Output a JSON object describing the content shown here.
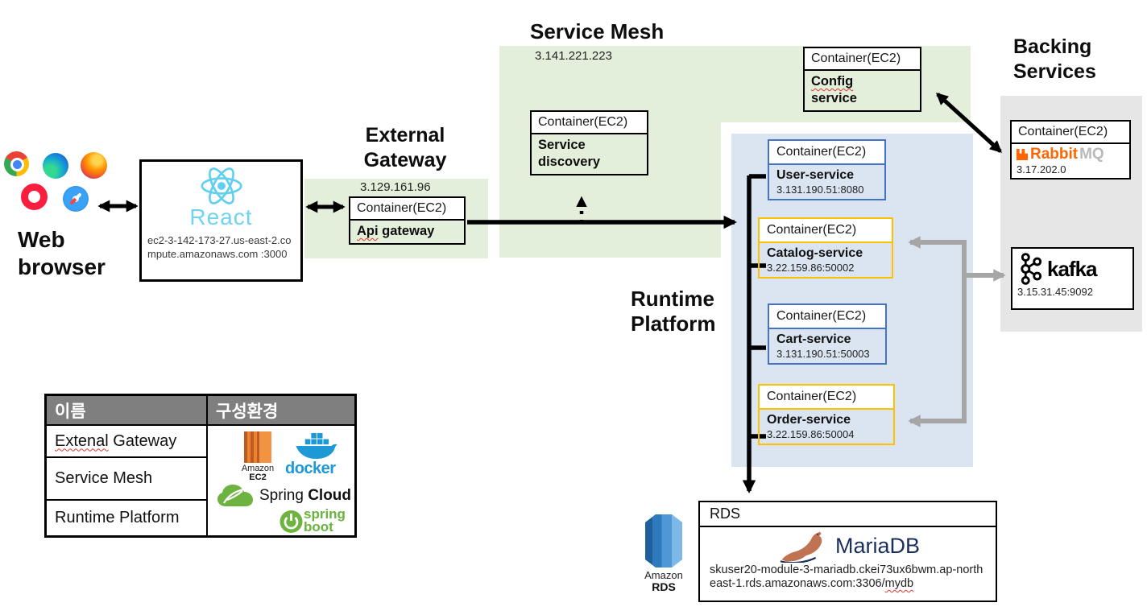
{
  "diagram": {
    "web_browser": {
      "label_line1": "Web",
      "label_line2": "browser"
    },
    "react_app": {
      "brand": "React",
      "address": "ec2-3-142-173-27.us-east-2.compute.amazonaws.com :3000"
    },
    "external_gateway": {
      "title_line1": "External",
      "title_line2": "Gateway",
      "ip": "3.129.161.96",
      "container_header": "Container(EC2)",
      "service_word1": "Api",
      "service_word2": " gateway"
    },
    "service_mesh": {
      "title": "Service Mesh",
      "ip": "3.141.221.223",
      "discovery": {
        "container_header": "Container(EC2)",
        "line1": "Service",
        "line2": "discovery"
      },
      "config": {
        "container_header": "Container(EC2)",
        "line1": "Config",
        "line2": "service"
      }
    },
    "runtime_platform": {
      "title_line1": "Runtime",
      "title_line2": "Platform",
      "services": [
        {
          "container_header": "Container(EC2)",
          "name": "User-service",
          "address": "3.131.190.51:8080",
          "accent": "blue"
        },
        {
          "container_header": "Container(EC2)",
          "name": "Catalog-service",
          "address": "3.22.159.86:50002",
          "accent": "orange"
        },
        {
          "container_header": "Container(EC2)",
          "name": "Cart-service",
          "address": "3.131.190.51:50003",
          "accent": "blue"
        },
        {
          "container_header": "Container(EC2)",
          "name": "Order-service",
          "address": "3.22.159.86:50004",
          "accent": "orange"
        }
      ]
    },
    "backing_services": {
      "title_line1": "Backing",
      "title_line2": "Services",
      "rabbitmq": {
        "container_header": "Container(EC2)",
        "brand_primary": "Rabbit",
        "brand_secondary": "MQ",
        "ip": "3.17.202.0"
      },
      "kafka": {
        "brand": "kafka",
        "address": "3.15.31.45:9092"
      }
    },
    "rds": {
      "box_label": "RDS",
      "brand": "MariaDB",
      "endpoint_prefix": "skuser20-module-3-mariadb.ckei73ux6bwm.ap-northeast-1.rds.amazonaws.com:3306/",
      "endpoint_db": "mydb",
      "icon_label_line1": "Amazon",
      "icon_label_line2": "RDS"
    }
  },
  "legend": {
    "col1_header": "이름",
    "col2_header": "구성환경",
    "rows": [
      {
        "name_marked": "Extenal",
        "name_rest": " Gateway"
      },
      {
        "name": "Service Mesh"
      },
      {
        "name": "Runtime Platform"
      }
    ],
    "env_icons": {
      "ec2_line1": "Amazon",
      "ec2_line2": "EC2",
      "docker": "docker",
      "spring_cloud_word1": "Spring ",
      "spring_cloud_word2": "Cloud",
      "spring_boot_line1": "spring",
      "spring_boot_line2": "boot"
    }
  },
  "icons": [
    "chrome-icon",
    "edge-icon",
    "firefox-icon",
    "opera-icon",
    "safari-icon",
    "react-logo",
    "rabbitmq-logo",
    "kafka-logo",
    "mariadb-seal",
    "amazon-rds-icon",
    "amazon-ec2-icon",
    "docker-logo",
    "spring-cloud-logo",
    "spring-boot-logo"
  ],
  "colors": {
    "panel_green": "#e4efdb",
    "panel_blue": "#dbe5f2",
    "panel_gray": "#e7e6e6",
    "accent_blue": "#4472c4",
    "accent_orange": "#ffc000",
    "arrow_black": "#000000",
    "arrow_gray": "#a6a6a6",
    "rabbitmq_orange": "#ff6600",
    "react_blue": "#6fd3f1",
    "spring_green": "#6db33f",
    "docker_blue": "#1e99d6",
    "mariadb_navy": "#1b2f5e",
    "spellcheck_red": "#e0382e",
    "legend_header_bg": "#7f7f7f"
  }
}
